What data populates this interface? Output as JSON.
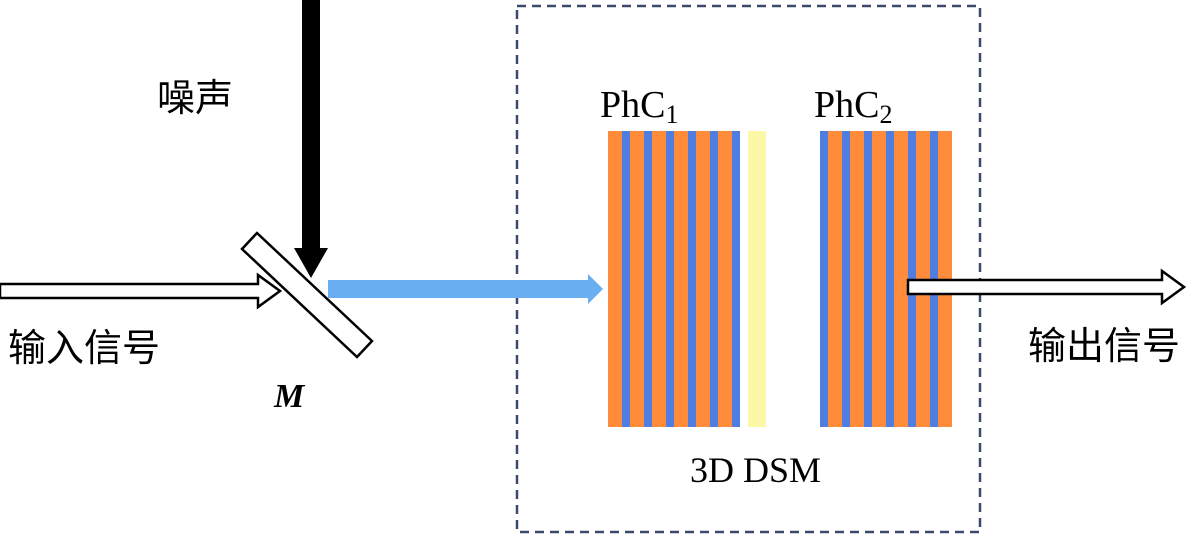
{
  "labels": {
    "noise": "噪声",
    "input_signal": "输入信号",
    "output_signal": "输出信号",
    "mirror": "M",
    "phc1_base": "PhC",
    "phc1_sub": "1",
    "phc2_base": "PhC",
    "phc2_sub": "2",
    "device": "3D DSM"
  },
  "colors": {
    "orange": "#ff8c3a",
    "blue": "#4f7de0",
    "defect": "#fdf7a8",
    "beam": "#69aef0",
    "box": "#3a4a6a"
  }
}
